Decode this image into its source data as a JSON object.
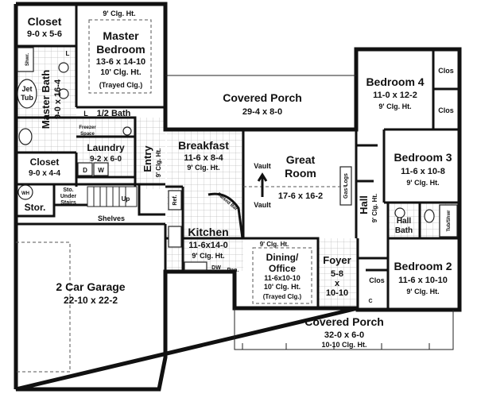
{
  "rooms": {
    "closet_top": {
      "name": "Closet",
      "size": "9-0 x 5-6"
    },
    "master_bedroom": {
      "name_1": "Master",
      "name_2": "Bedroom",
      "size": "13-6 x 14-10",
      "ceiling": "10' Clg. Ht.",
      "note": "(Trayed Clg.)",
      "top_ceiling": "9' Clg. Ht."
    },
    "master_bath": {
      "name": "Master Bath",
      "size": "9-0 x 16-4"
    },
    "jet_tub": {
      "line1": "Jet",
      "line2": "Tub"
    },
    "shower": "Shwr.",
    "linen": "L",
    "half_bath": {
      "name": "1/2 Bath",
      "linen": "L"
    },
    "freezer": {
      "line1": "Freezer",
      "line2": "Space"
    },
    "laundry": {
      "name": "Laundry",
      "size": "9-2 x 6-0",
      "d": "D",
      "w": "W"
    },
    "closet_lower": {
      "name": "Closet",
      "size": "9-0 x 4-4"
    },
    "entry": {
      "name": "Entry",
      "ceiling": "9' Clg. Ht."
    },
    "wh": "WH",
    "storage": "Stor.",
    "sto_under_stairs": {
      "line1": "Sto.",
      "line2": "Under",
      "line3": "Stairs"
    },
    "stairs_up": "Up",
    "shelves": "Shelves",
    "covered_porch_rear": {
      "name": "Covered Porch",
      "size": "29-4 x 8-0"
    },
    "breakfast": {
      "name": "Breakfast",
      "size": "11-6 x 8-4",
      "ceiling": "9' Clg. Ht."
    },
    "great_room": {
      "name_1": "Great",
      "name_2": "Room",
      "size": "17-6 x 16-2",
      "vault_top": "Vault",
      "vault_bottom": "Vault",
      "gas_logs": "Gas Logs"
    },
    "raised_bar": "Raised Bar",
    "ref": "Ref.",
    "kitchen": {
      "name": "Kitchen",
      "size": "11-6x14-0",
      "ceiling": "9' Clg. Ht.",
      "dw": "DW",
      "pan": "Pan."
    },
    "dining": {
      "ceiling_top": "9' Clg. Ht.",
      "name_1": "Dining/",
      "name_2": "Office",
      "size": "11-6x10-10",
      "ceiling": "10' Clg. Ht.",
      "note": "(Trayed Clg.)"
    },
    "foyer": {
      "name": "Foyer",
      "size_1": "5-8",
      "size_2": "x",
      "size_3": "10-10"
    },
    "garage": {
      "name": "2 Car Garage",
      "size": "22-10 x 22-2"
    },
    "bedroom4": {
      "name": "Bedroom 4",
      "size": "11-0 x 12-2",
      "ceiling": "9' Clg. Ht.",
      "clos_1": "Clos",
      "clos_2": "Clos"
    },
    "bedroom3": {
      "name": "Bedroom 3",
      "size": "11-6 x 10-8",
      "ceiling": "9' Clg. Ht."
    },
    "hall": {
      "name": "Hall",
      "ceiling": "9' Clg. Ht."
    },
    "hall_bath": {
      "line1": "Hall",
      "line2": "Bath",
      "tub": "Tub/Shwr"
    },
    "bedroom2": {
      "name": "Bedroom 2",
      "size": "11-6 x 10-10",
      "ceiling": "9' Clg. Ht.",
      "clos": "Clos",
      "c": "C"
    },
    "covered_porch_front": {
      "name": "Covered Porch",
      "size": "32-0 x 6-0",
      "ceiling": "10-10 Clg. Ht."
    }
  }
}
